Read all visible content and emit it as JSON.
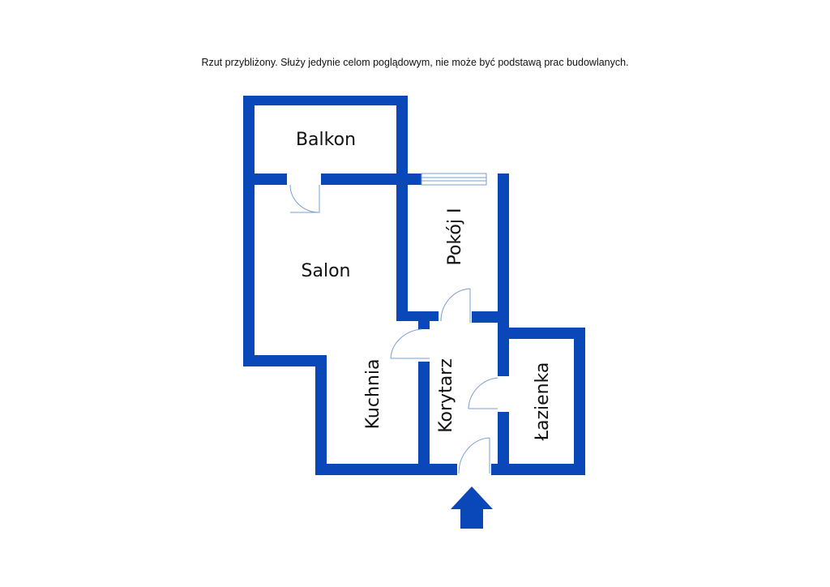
{
  "disclaimer": "Rzut przybliżony. Służy jedynie celom poglądowym, nie może być podstawą prac budowlanych.",
  "colors": {
    "wall": "#0a47b8",
    "door": "#7a9cd6",
    "window": "#7a9cd6",
    "arrow": "#0a47b8"
  },
  "rooms": {
    "balkon": "Balkon",
    "salon": "Salon",
    "pokoj": "Pokój I",
    "kuchnia": "Kuchnia",
    "korytarz": "Korytarz",
    "lazienka": "Łazienka"
  },
  "entrance": {
    "icon": "up-arrow-icon"
  }
}
